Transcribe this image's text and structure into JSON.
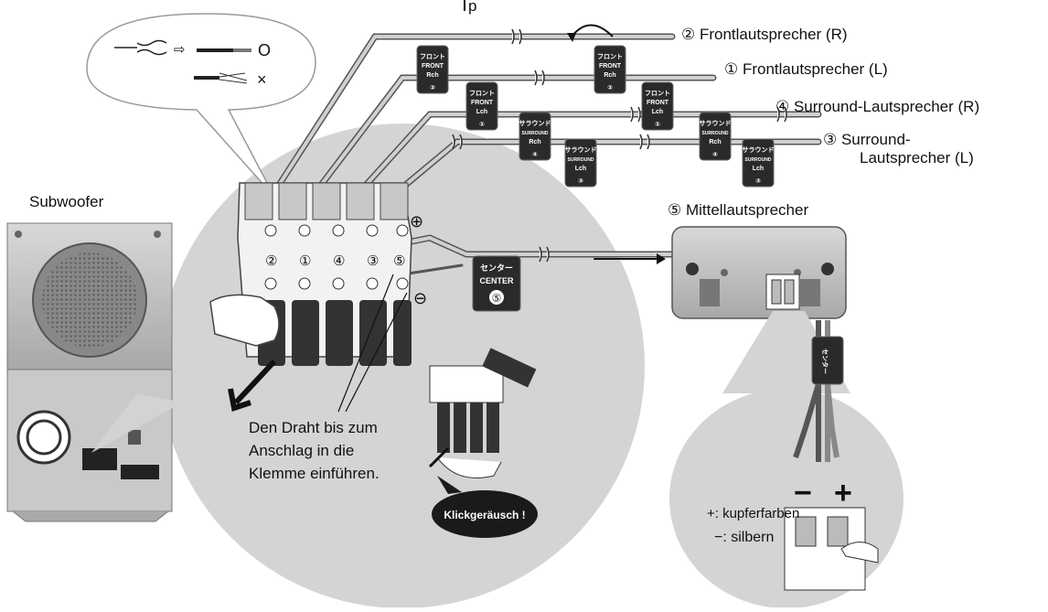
{
  "title_fragment": "p",
  "speakers": {
    "front_r": "② Frontlautsprecher (R)",
    "front_l": "① Frontlautsprecher (L)",
    "surround_r": "④ Surround-Lautsprecher (R)",
    "surround_l_line1": "③ Surround-",
    "surround_l_line2": "Lautsprecher (L)",
    "center": "⑤ Mittellautsprecher"
  },
  "subwoofer_label": "Subwoofer",
  "cable_tags": {
    "front_rch": [
      "フロント",
      "FRONT",
      "Rch"
    ],
    "front_lch": [
      "フロント",
      "FRONT",
      "Lch"
    ],
    "surround_rch": [
      "サラウンド",
      "SURROUND",
      "Rch"
    ],
    "surround_lch": [
      "サラウンド",
      "SURROUND",
      "Lch"
    ],
    "center": [
      "センター",
      "CENTER"
    ]
  },
  "circled_numbers": [
    "①",
    "②",
    "③",
    "④",
    "⑤"
  ],
  "terminal_numbers": [
    "②",
    "①",
    "④",
    "③",
    "⑤"
  ],
  "polarity": {
    "plus": "⊕",
    "minus": "⊖",
    "plus_big": "+",
    "minus_big": "−"
  },
  "instruction": {
    "line1": "Den Draht bis zum",
    "line2": "Anschlag in die",
    "line3": "Klemme einführen."
  },
  "click_bubble": "Klickgeräusch !",
  "legend": {
    "plus": "+: kupferfarben",
    "minus": "−: silbern"
  },
  "wire_marks": {
    "good": "O",
    "bad": "×"
  },
  "arrows": {
    "right": "⇨"
  }
}
